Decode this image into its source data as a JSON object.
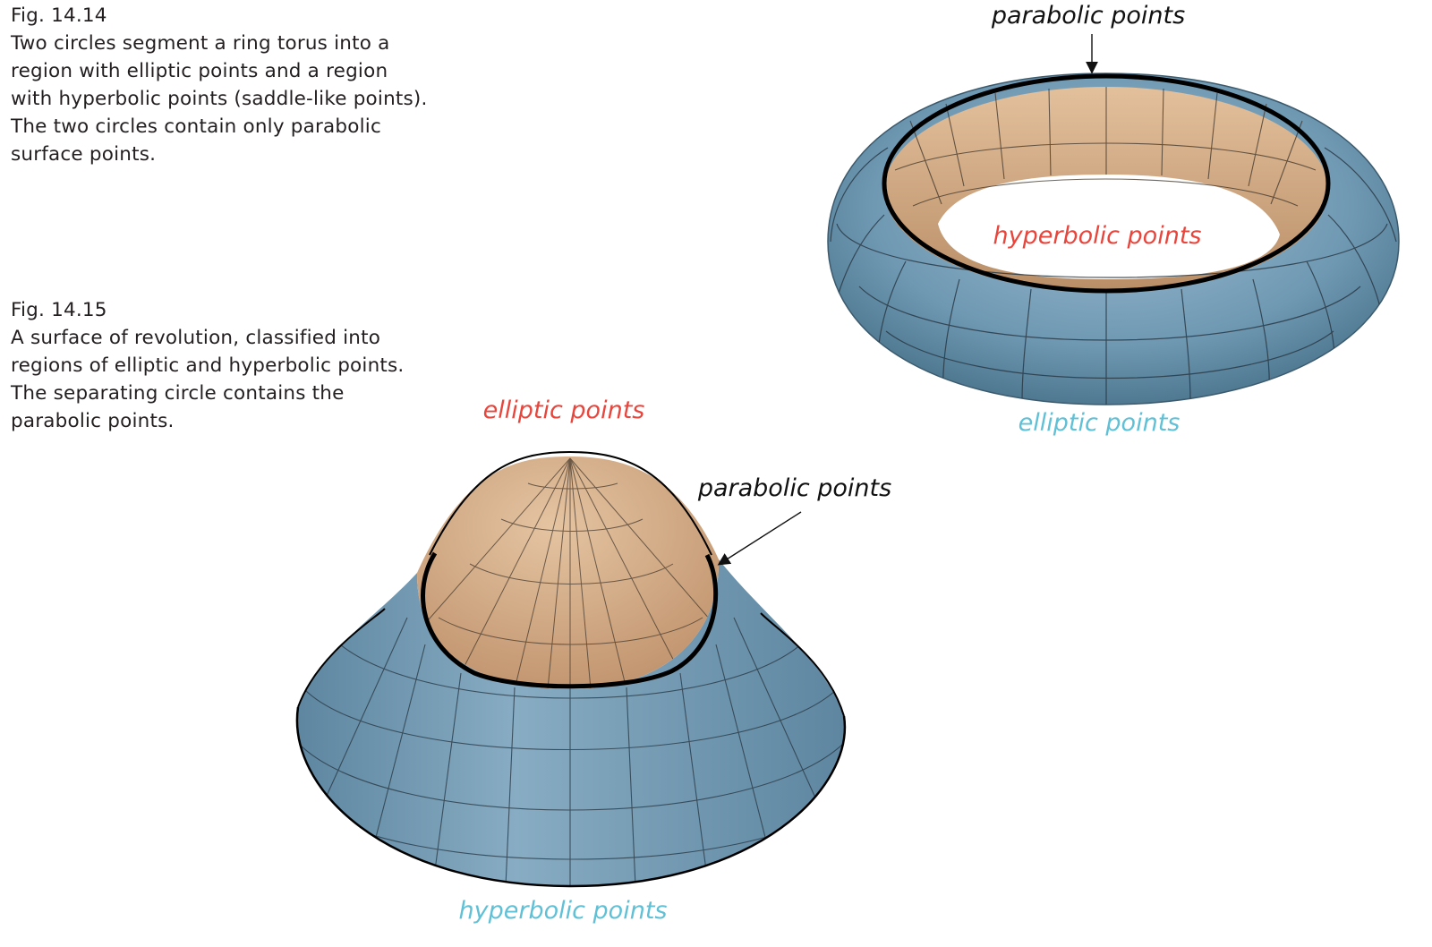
{
  "captions": [
    {
      "fig": "Fig. 14.14",
      "text": "Two circles segment a ring torus into a region with elliptic points and a region with hyperbolic points (saddle-like points). The two circles contain only parabolic surface points."
    },
    {
      "fig": "Fig. 14.15",
      "text": "A surface of revolution, classified into regions of elliptic and hyperbolic points. The separating circle contains the parabolic points."
    }
  ],
  "torus": {
    "label_parabolic": "parabolic points",
    "label_hyperbolic": "hyperbolic points",
    "label_elliptic": "elliptic points"
  },
  "bell": {
    "label_elliptic": "elliptic points",
    "label_parabolic": "parabolic points",
    "label_hyperbolic": "hyperbolic points"
  },
  "colors": {
    "blue_surface": "#7ca3bb",
    "tan_surface": "#d6b08c",
    "grid_line": "#2a3a46",
    "label_red": "#e8453c",
    "label_cyan": "#5fc0d6"
  }
}
